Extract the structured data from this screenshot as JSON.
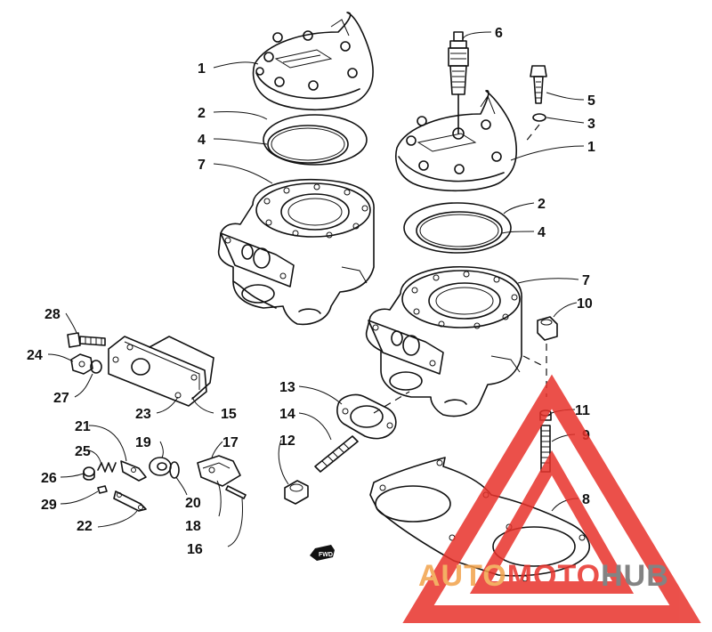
{
  "callouts": {
    "c1a": "1",
    "c1b": "1",
    "c2a": "2",
    "c2b": "2",
    "c3": "3",
    "c4a": "4",
    "c4b": "4",
    "c5": "5",
    "c6": "6",
    "c7a": "7",
    "c7b": "7",
    "c8": "8",
    "c9": "9",
    "c10": "10",
    "c11": "11",
    "c12": "12",
    "c13": "13",
    "c14": "14",
    "c15": "15",
    "c16": "16",
    "c17": "17",
    "c18": "18",
    "c19": "19",
    "c20": "20",
    "c21": "21",
    "c22": "22",
    "c23": "23",
    "c24": "24",
    "c25": "25",
    "c26": "26",
    "c27": "27",
    "c28": "28",
    "c29": "29"
  },
  "fwd_label": "FWD",
  "watermark": {
    "part1": "AUTO",
    "part2": "MOTO",
    "part3": "HUB",
    "color_orange": "#f2a24a",
    "color_red": "#e8322b",
    "color_gray": "#6e6e6e"
  }
}
